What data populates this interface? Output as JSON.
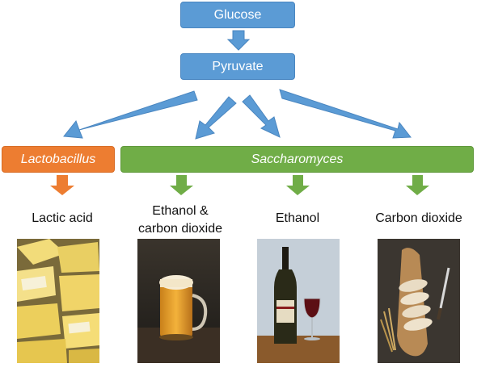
{
  "nodes": {
    "glucose": "Glucose",
    "pyruvate": "Pyruvate",
    "lactobacillus": "Lactobacillus",
    "saccharomyces": "Saccharomyces"
  },
  "products": {
    "lactic_acid": "Lactic acid",
    "ethanol_co2_line1": "Ethanol &",
    "ethanol_co2_line2": "carbon dioxide",
    "ethanol": "Ethanol",
    "carbon_dioxide": "Carbon dioxide"
  },
  "photos": [
    "cheese-photo",
    "beer-photo",
    "wine-photo",
    "bread-photo"
  ],
  "colors": {
    "blue": "#5b9bd5",
    "orange": "#ed7d31",
    "green": "#70ad47"
  }
}
